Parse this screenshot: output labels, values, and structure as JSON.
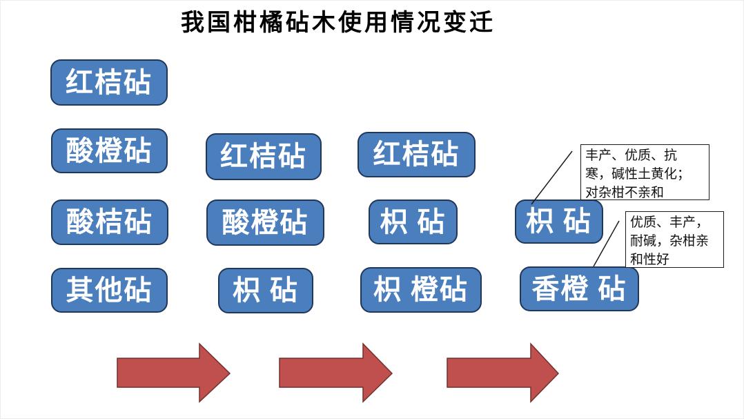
{
  "title": "我国柑橘砧木使用情况变迁",
  "colors": {
    "title_text": "#000000",
    "box_fill": "#4a7ebd",
    "box_border": "#20375c",
    "box_text": "#ffffff",
    "arrow_fill": "#c0504d",
    "arrow_border": "#70302e",
    "callout_bg": "#ffffff",
    "callout_border": "#1a1a1a",
    "callout_text": "#111111",
    "line": "#1a1a1a"
  },
  "stages": [
    {
      "boxes": [
        "红桔砧",
        "酸橙砧",
        "酸桔砧",
        "其他砧"
      ]
    },
    {
      "boxes": [
        "红桔砧",
        "酸橙砧",
        "枳 砧"
      ]
    },
    {
      "boxes": [
        "红桔砧",
        "枳 砧",
        "枳 橙砧"
      ]
    },
    {
      "boxes": [
        "枳 砧",
        "香橙 砧"
      ]
    }
  ],
  "callouts": [
    {
      "lines": [
        "丰产、优质、抗",
        "寒，碱性土黄化；",
        "对杂柑不亲和"
      ]
    },
    {
      "lines": [
        "优质、丰产，",
        "耐碱，杂柑亲",
        "和性好"
      ]
    }
  ]
}
